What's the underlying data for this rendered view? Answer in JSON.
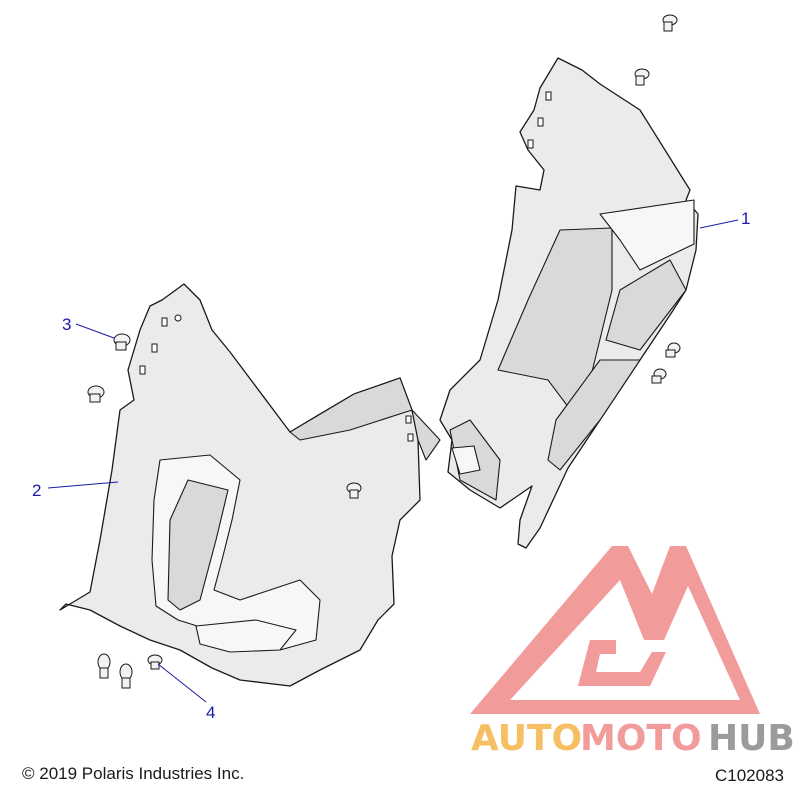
{
  "callouts": [
    {
      "id": "1",
      "label": "1"
    },
    {
      "id": "2",
      "label": "2"
    },
    {
      "id": "3",
      "label": "3"
    },
    {
      "id": "4",
      "label": "4"
    }
  ],
  "footer": {
    "copyright": "© 2019 Polaris Industries Inc.",
    "diagram_code": "C102083"
  },
  "watermark": {
    "word_part1": "AUTO",
    "word_part2": "MOTO",
    "word_part3": "HUB",
    "color_orange": "#f5b44a",
    "color_red": "#f08a8a",
    "color_gray": "#8a8a8a"
  },
  "colors": {
    "callout": "#1a1aa8",
    "outline": "#1a1a1a"
  }
}
